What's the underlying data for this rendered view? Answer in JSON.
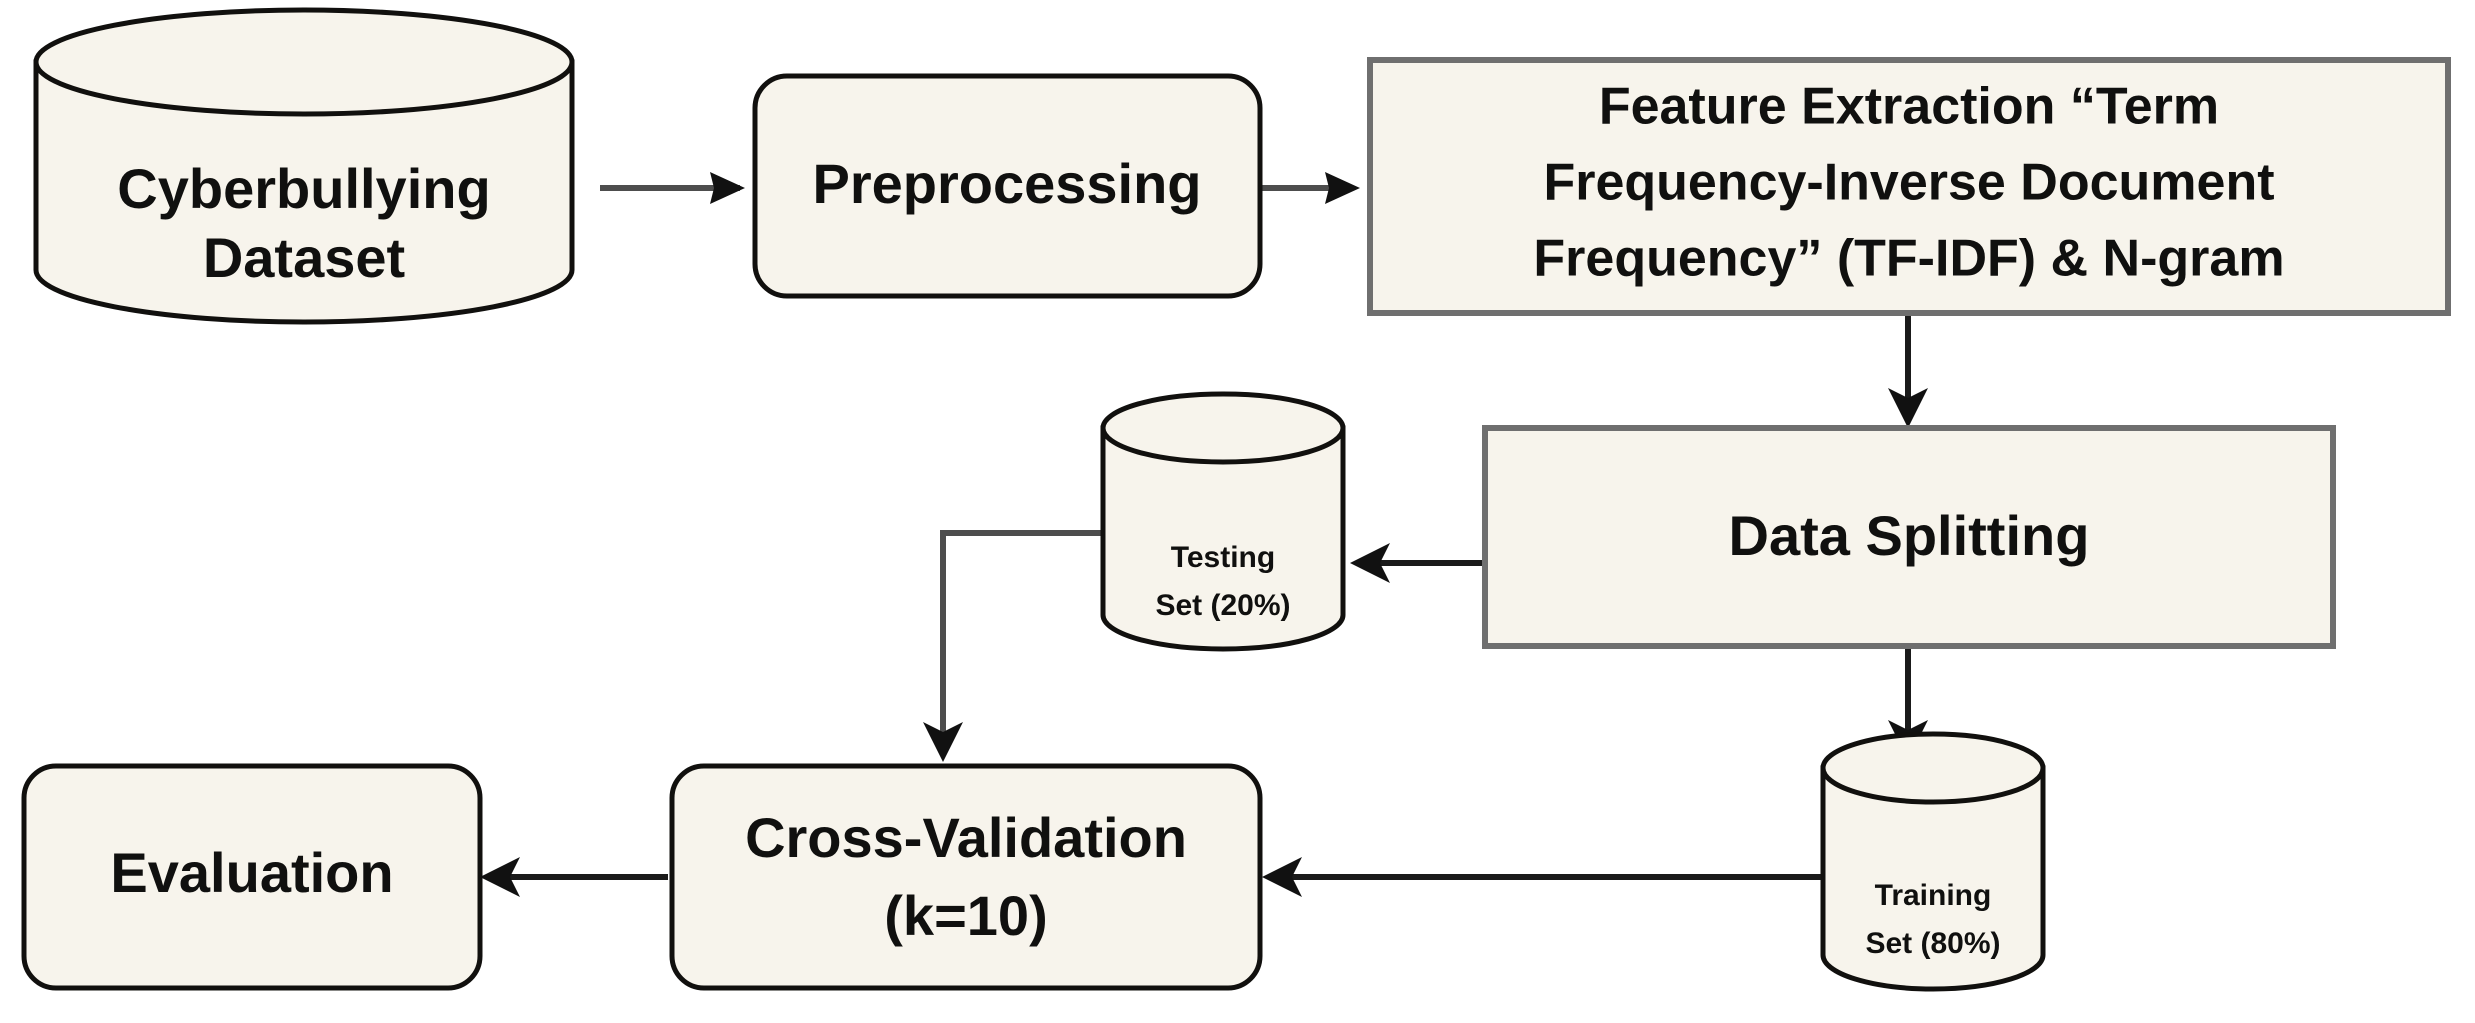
{
  "diagram": {
    "title_visible": false,
    "background_color": "#ffffff",
    "node_fill_color": "#f7f4ec",
    "node_stroke_black": "#11100e",
    "node_stroke_gray": "#6f6f6f",
    "edge_color": "#4d4d4d",
    "text_color": "#10100f",
    "nodes": [
      {
        "id": "cyberbullying-dataset",
        "shape": "cylinder",
        "lines": [
          "Cyberbullying",
          "Dataset"
        ]
      },
      {
        "id": "preprocessing",
        "shape": "rounded-rect",
        "lines": [
          "Preprocessing"
        ]
      },
      {
        "id": "feature-extraction",
        "shape": "rect",
        "lines": [
          "Feature Extraction “Term",
          "Frequency-Inverse Document",
          "Frequency” (TF-IDF) & N-gram"
        ]
      },
      {
        "id": "data-splitting",
        "shape": "rect",
        "lines": [
          "Data Splitting"
        ]
      },
      {
        "id": "testing-set",
        "shape": "cylinder",
        "lines": [
          "Testing",
          "Set (20%)"
        ]
      },
      {
        "id": "training-set",
        "shape": "cylinder",
        "lines": [
          "Training",
          "Set (80%)"
        ]
      },
      {
        "id": "cross-validation",
        "shape": "rounded-rect",
        "lines": [
          "Cross-Validation",
          "(k=10)"
        ]
      },
      {
        "id": "evaluation",
        "shape": "rounded-rect",
        "lines": [
          "Evaluation"
        ]
      }
    ],
    "edges": [
      {
        "from": "cyberbullying-dataset",
        "to": "preprocessing",
        "direction": "right"
      },
      {
        "from": "preprocessing",
        "to": "feature-extraction",
        "direction": "right"
      },
      {
        "from": "feature-extraction",
        "to": "data-splitting",
        "direction": "down"
      },
      {
        "from": "data-splitting",
        "to": "testing-set",
        "direction": "left"
      },
      {
        "from": "data-splitting",
        "to": "training-set",
        "direction": "down"
      },
      {
        "from": "training-set",
        "to": "cross-validation",
        "direction": "left"
      },
      {
        "from": "testing-set",
        "to": "cross-validation",
        "direction": "left-down"
      },
      {
        "from": "cross-validation",
        "to": "evaluation",
        "direction": "left"
      }
    ]
  },
  "labels": {
    "dataset_line1": "Cyberbullying",
    "dataset_line2": "Dataset",
    "preprocessing": "Preprocessing",
    "feature_line1": "Feature Extraction “Term",
    "feature_line2": "Frequency-Inverse Document",
    "feature_line3": "Frequency” (TF-IDF) & N-gram",
    "data_splitting": "Data Splitting",
    "testing_line1": "Testing",
    "testing_line2": "Set (20%)",
    "training_line1": "Training",
    "training_line2": "Set (80%)",
    "crossval_line1": "Cross-Validation",
    "crossval_line2": "(k=10)",
    "evaluation": "Evaluation"
  }
}
